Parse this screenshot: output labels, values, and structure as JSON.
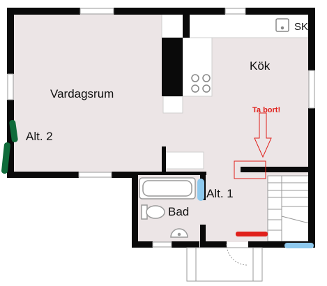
{
  "rooms": {
    "vardagsrum": "Vardagsrum",
    "kok": "Kök",
    "bad": "Bad"
  },
  "fixtures": {
    "sk": "SK"
  },
  "annotations": {
    "ta_bort": "Ta bort!",
    "alt1": "Alt. 1",
    "alt2": "Alt. 2"
  },
  "colors": {
    "floor": "#ece5e6",
    "wall": "#0a0a0a",
    "alt1_marker": "#8ec9ee",
    "alt2_marker": "#0f6b3a",
    "removal": "#e0201b"
  }
}
